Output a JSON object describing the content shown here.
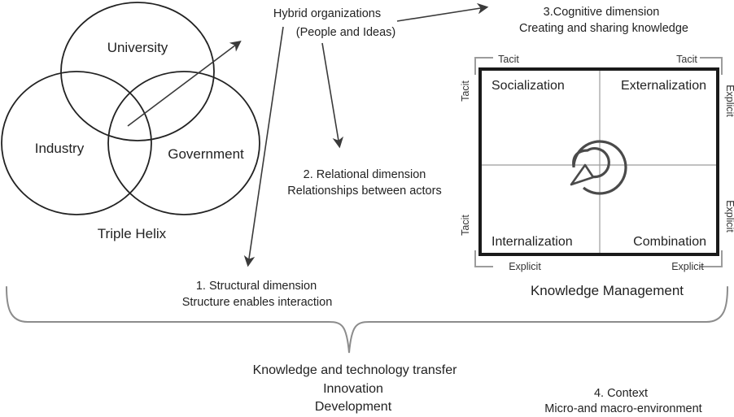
{
  "venn": {
    "university": "University",
    "industry": "Industry",
    "government": "Government",
    "caption": "Triple Helix"
  },
  "hybrid": {
    "line1": "Hybrid organizations",
    "line2": "(People and Ideas)"
  },
  "structural": {
    "line1": "1. Structural dimension",
    "line2": "Structure enables interaction"
  },
  "relational": {
    "line1": "2. Relational dimension",
    "line2": "Relationships between actors"
  },
  "cognitive": {
    "line1": "3.Cognitive dimension",
    "line2": "Creating and sharing knowledge"
  },
  "context": {
    "line1": "4. Context",
    "line2": "Micro-and macro-environment"
  },
  "seci": {
    "caption": "Knowledge Management",
    "quadrant_top_left": "Socialization",
    "quadrant_top_right": "Externalization",
    "quadrant_bottom_left": "Internalization",
    "quadrant_bottom_right": "Combination",
    "edge_top_left": "Tacit",
    "edge_top_right": "Tacit",
    "edge_left_top": "Tacit",
    "edge_left_bottom": "Tacit",
    "edge_right_top": "Explicit",
    "edge_right_bottom": "Explicit",
    "edge_bottom_left": "Explicit",
    "edge_bottom_right": "Explicit",
    "center_icon": "rotation-spiral-arrow"
  },
  "outcomes": {
    "line1": "Knowledge and technology transfer",
    "line2": "Innovation",
    "line3": "Development"
  },
  "colors": {
    "ink": "#222222",
    "line": "#3a3a3a",
    "brace": "#8c8c8c",
    "grid": "#9c9c9c",
    "box_border": "#1a1a1a",
    "background": "#ffffff"
  }
}
